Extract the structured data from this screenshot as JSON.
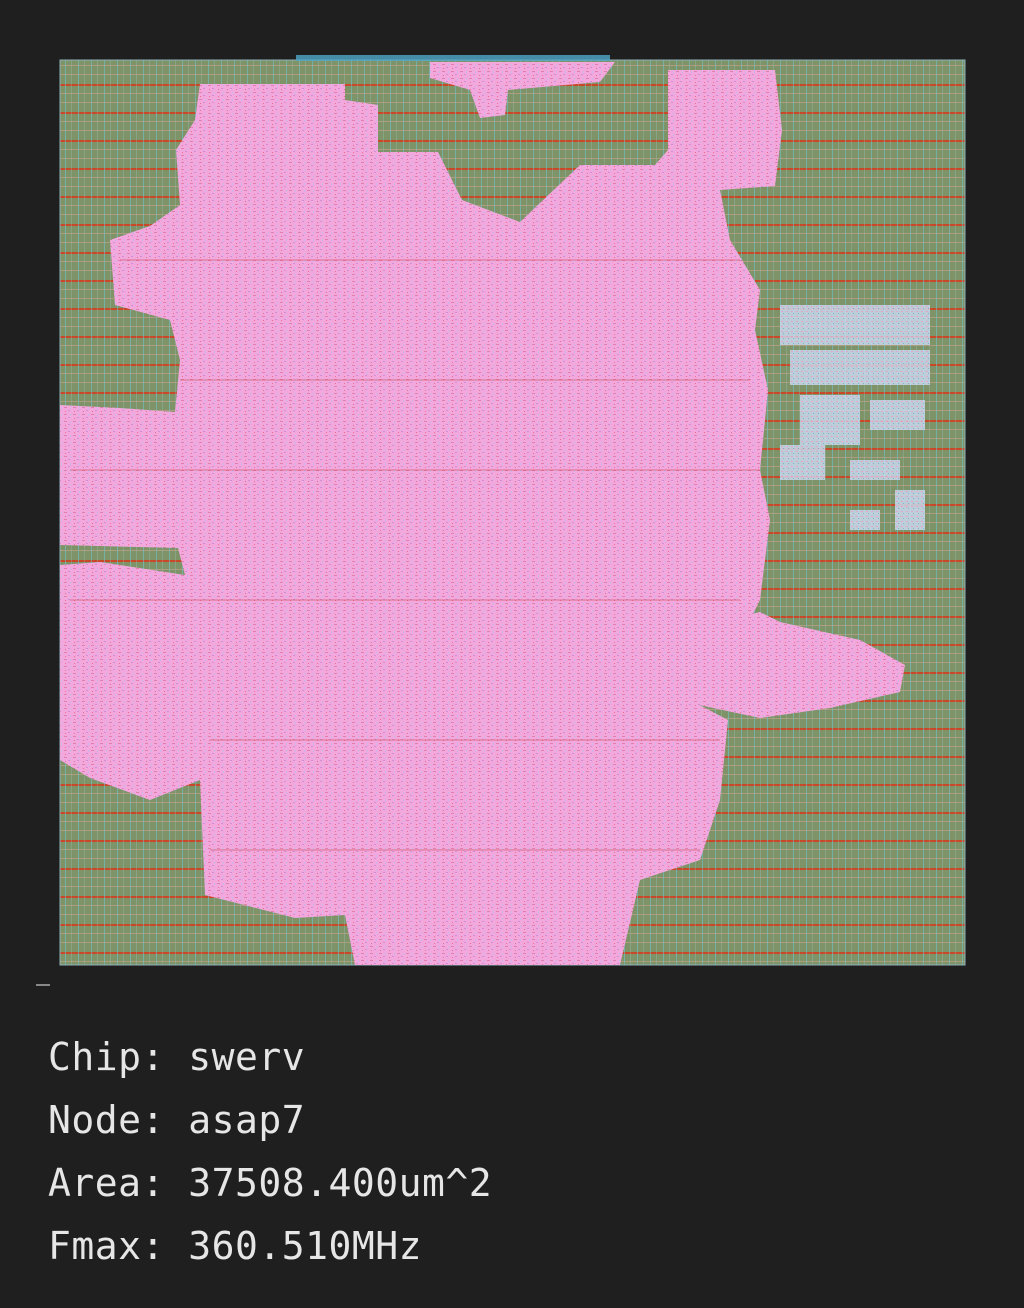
{
  "info": {
    "chip": "Chip: swerv",
    "node": "Node: asap7",
    "area": "Area: 37508.400um^2",
    "fmax": "Fmax: 360.510MHz"
  },
  "colors": {
    "background": "#1f1f1f",
    "die_fill": "#7e9468",
    "rail_red": "#c84828",
    "route_cyan": "#6fc4d4",
    "cell_pink": "#f2a8dc",
    "text": "#e6e6e6"
  }
}
